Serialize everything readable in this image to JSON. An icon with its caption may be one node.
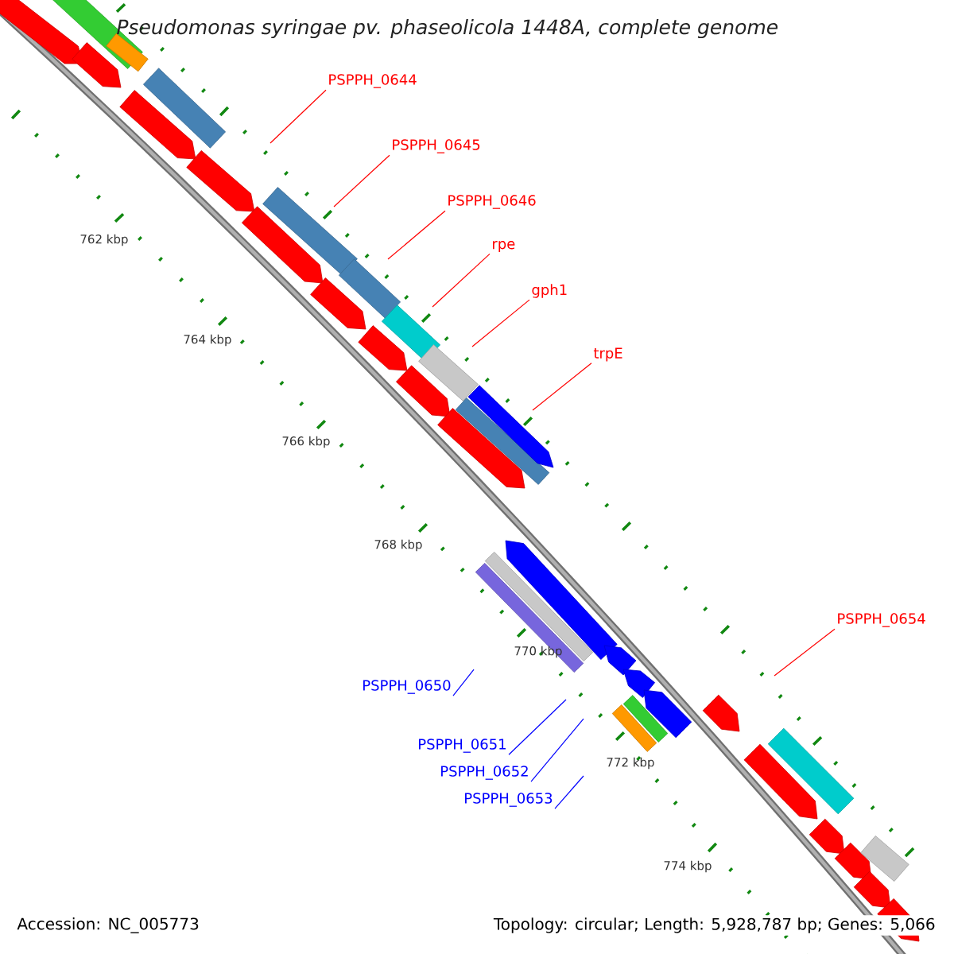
{
  "diagram": {
    "title": "*Pseudomonas syringae* pv. *phaseolicola* 1448A, complete genome",
    "nodes": [
      {
        "text": [
          "PSPPH_0644"
        ]
      },
      {
        "text": [
          "PSPPH_0645"
        ]
      },
      {
        "text": [
          "PSPPH_0646"
        ]
      },
      {
        "text": [
          "rpe"
        ]
      },
      {
        "text": [
          "gph1"
        ]
      },
      {
        "text": [
          "trpE"
        ]
      },
      {
        "text": [
          "PSPPH_0654"
        ]
      },
      {
        "text": [
          "PSPPH_0650"
        ]
      },
      {
        "text": [
          "PSPPH_0651"
        ]
      },
      {
        "text": [
          "PSPPH_0652"
        ]
      },
      {
        "text": [
          "PSPPH_0653"
        ]
      }
    ],
    "edges": [
      {
        "from": 0,
        "to": null,
        "arrow": "none"
      },
      {
        "from": 1,
        "to": null,
        "arrow": "none"
      },
      {
        "from": 2,
        "to": null,
        "arrow": "none"
      },
      {
        "from": 3,
        "to": null,
        "arrow": "none"
      },
      {
        "from": 4,
        "to": null,
        "arrow": "none"
      },
      {
        "from": 5,
        "to": null,
        "arrow": "none"
      },
      {
        "from": 6,
        "to": null,
        "arrow": "none"
      },
      {
        "from": 7,
        "to": null,
        "arrow": "none",
        "color": "#0000ff"
      },
      {
        "from": 8,
        "to": null,
        "arrow": "none",
        "color": "#0000ff"
      },
      {
        "from": 9,
        "to": null,
        "arrow": "none",
        "color": "#0000ff"
      },
      {
        "from": 10,
        "to": null,
        "arrow": "none",
        "color": "#0000ff"
      }
    ],
    "labels": [
      "762 kbp",
      "764 kbp",
      "766 kbp",
      "768 kbp",
      "770 kbp",
      "772 kbp",
      "774 kbp",
      "Accession: NC_005773",
      "Topology: circular; Length: 5,928,787 bp; Genes: 5,066"
    ]
  }
}
